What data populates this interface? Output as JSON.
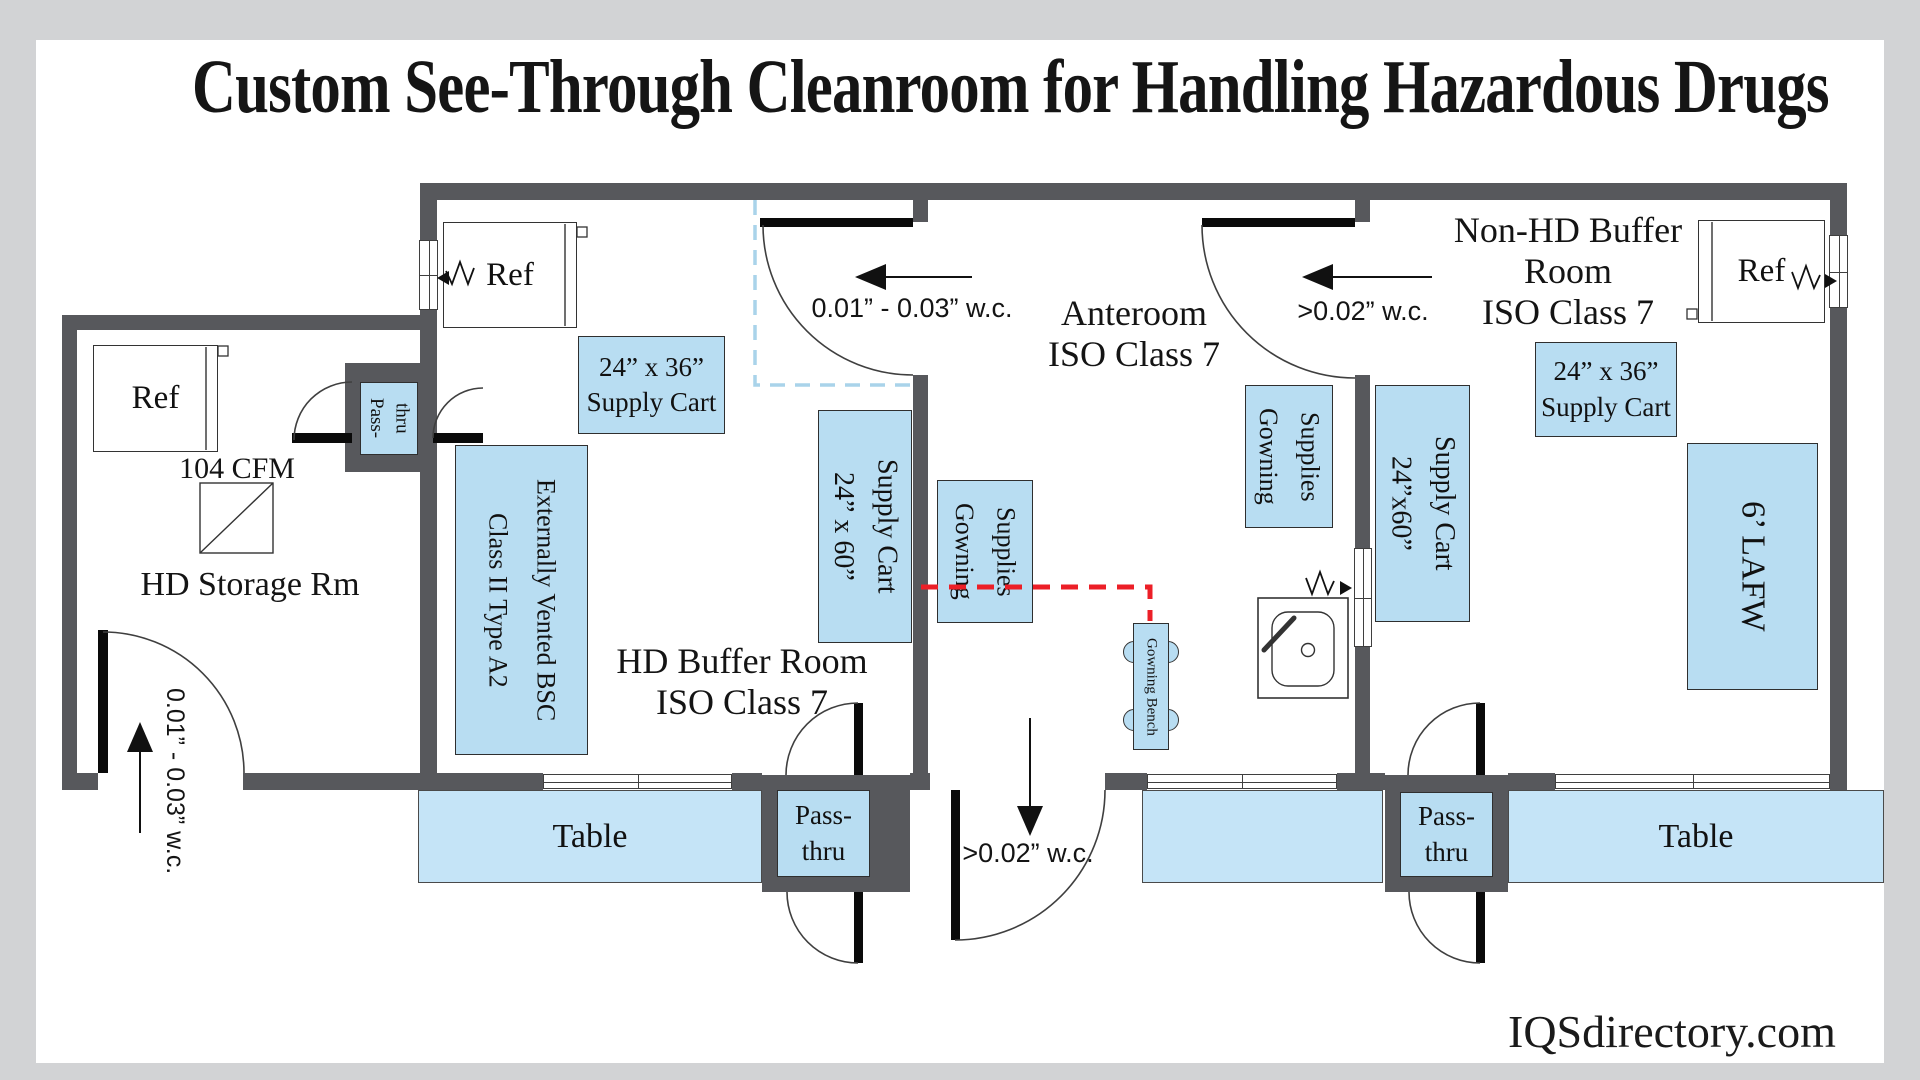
{
  "title": "Custom See-Through Cleanroom for Handling Hazardous Drugs",
  "watermark": "IQSdirectory.com",
  "rooms": {
    "hd_storage": "HD Storage Rm",
    "hd_buffer": [
      "HD Buffer Room",
      "ISO Class 7"
    ],
    "anteroom": [
      "Anteroom",
      "ISO Class 7"
    ],
    "non_hd": [
      "Non-HD Buffer",
      "Room",
      "ISO Class 7"
    ]
  },
  "equipment": {
    "ref": "Ref",
    "cart_24x36": [
      "24” x 36”",
      "Supply Cart"
    ],
    "cart_24x60": [
      "24” x 60”",
      "Supply Cart"
    ],
    "cart_24x60_compact": [
      "24”x60”",
      "Supply Cart"
    ],
    "bsc": [
      "Class II Type A2",
      "Externally Vented BSC"
    ],
    "gowning": [
      "Gowning",
      "Supplies"
    ],
    "bench": "Gowning Bench",
    "lafw": "6’ LAFW",
    "table": "Table",
    "passthru": [
      "Pass-",
      "thru"
    ]
  },
  "annotations": {
    "cfm": "104 CFM",
    "p_range": "0.01” - 0.03” w.c.",
    "p_min": ">0.02” w.c."
  },
  "colors": {
    "equipment_blue": "#b8ddf2",
    "table_blue": "#c5e4f7",
    "wall_gray": "#57585c",
    "demarcation_red": "#ec1f27",
    "door_swing_blue": "#a9d3ea"
  }
}
